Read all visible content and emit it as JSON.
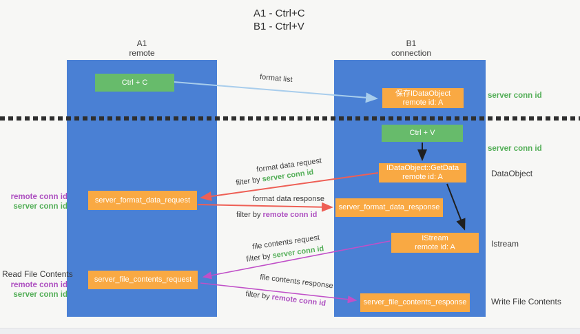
{
  "title": {
    "line1": "A1 - Ctrl+C",
    "line2": "B1 - Ctrl+V"
  },
  "columns": {
    "left": {
      "name": "A1",
      "subtitle": "remote"
    },
    "right": {
      "name": "B1",
      "subtitle": "connection"
    }
  },
  "boxes": {
    "ctrl_c": {
      "label": "Ctrl + C"
    },
    "ctrl_v": {
      "label": "Ctrl + V"
    },
    "save_idataobject": {
      "line1": "保存IDataObject",
      "line2": "remote id: A"
    },
    "idataobject_getdata": {
      "line1": "IDataObject::GetData",
      "line2": "remote id: A"
    },
    "istream": {
      "line1": "IStream",
      "line2": "remote id: A"
    },
    "server_format_data_request": {
      "label": "server_format_data_request"
    },
    "server_format_data_response": {
      "label": "server_format_data_response"
    },
    "server_file_contents_request": {
      "label": "server_file_contents_request"
    },
    "server_file_contents_response": {
      "label": "server_file_contents_response"
    }
  },
  "arrow_labels": {
    "format_list": "format list",
    "format_data_request": "format data request",
    "filter_format_request": {
      "prefix": "filter by ",
      "key": "server conn id"
    },
    "format_data_response": "format data response",
    "filter_format_response": {
      "prefix": "filter by ",
      "key": "remote conn id"
    },
    "file_contents_request": "file contents request",
    "filter_file_request": {
      "prefix": "filter by ",
      "key": "server conn id"
    },
    "file_contents_response": "file contents response",
    "filter_file_response": {
      "prefix": "filter by ",
      "key": "remote conn id"
    }
  },
  "side_labels": {
    "server_conn_id_top": "server conn id",
    "server_conn_id_mid": "server conn id",
    "dataobject": "DataObject",
    "istream": "Istream",
    "write_file_contents": "Write File Contents",
    "read_file_contents": "Read File Contents",
    "left_group1": {
      "remote": "remote conn id",
      "server": "server conn id"
    },
    "left_group2": {
      "remote": "remote conn id",
      "server": "server conn id"
    }
  },
  "colors": {
    "column_blue": "#4a80d4",
    "box_green": "#67bb6b",
    "box_orange": "#f9a943",
    "arrow_light_blue": "#a8cdec",
    "arrow_red": "#ee5f55",
    "arrow_magenta": "#c050c8",
    "arrow_black": "#1f1f1f",
    "label_green": "#53ae57",
    "label_purple": "#ad4fc0"
  }
}
